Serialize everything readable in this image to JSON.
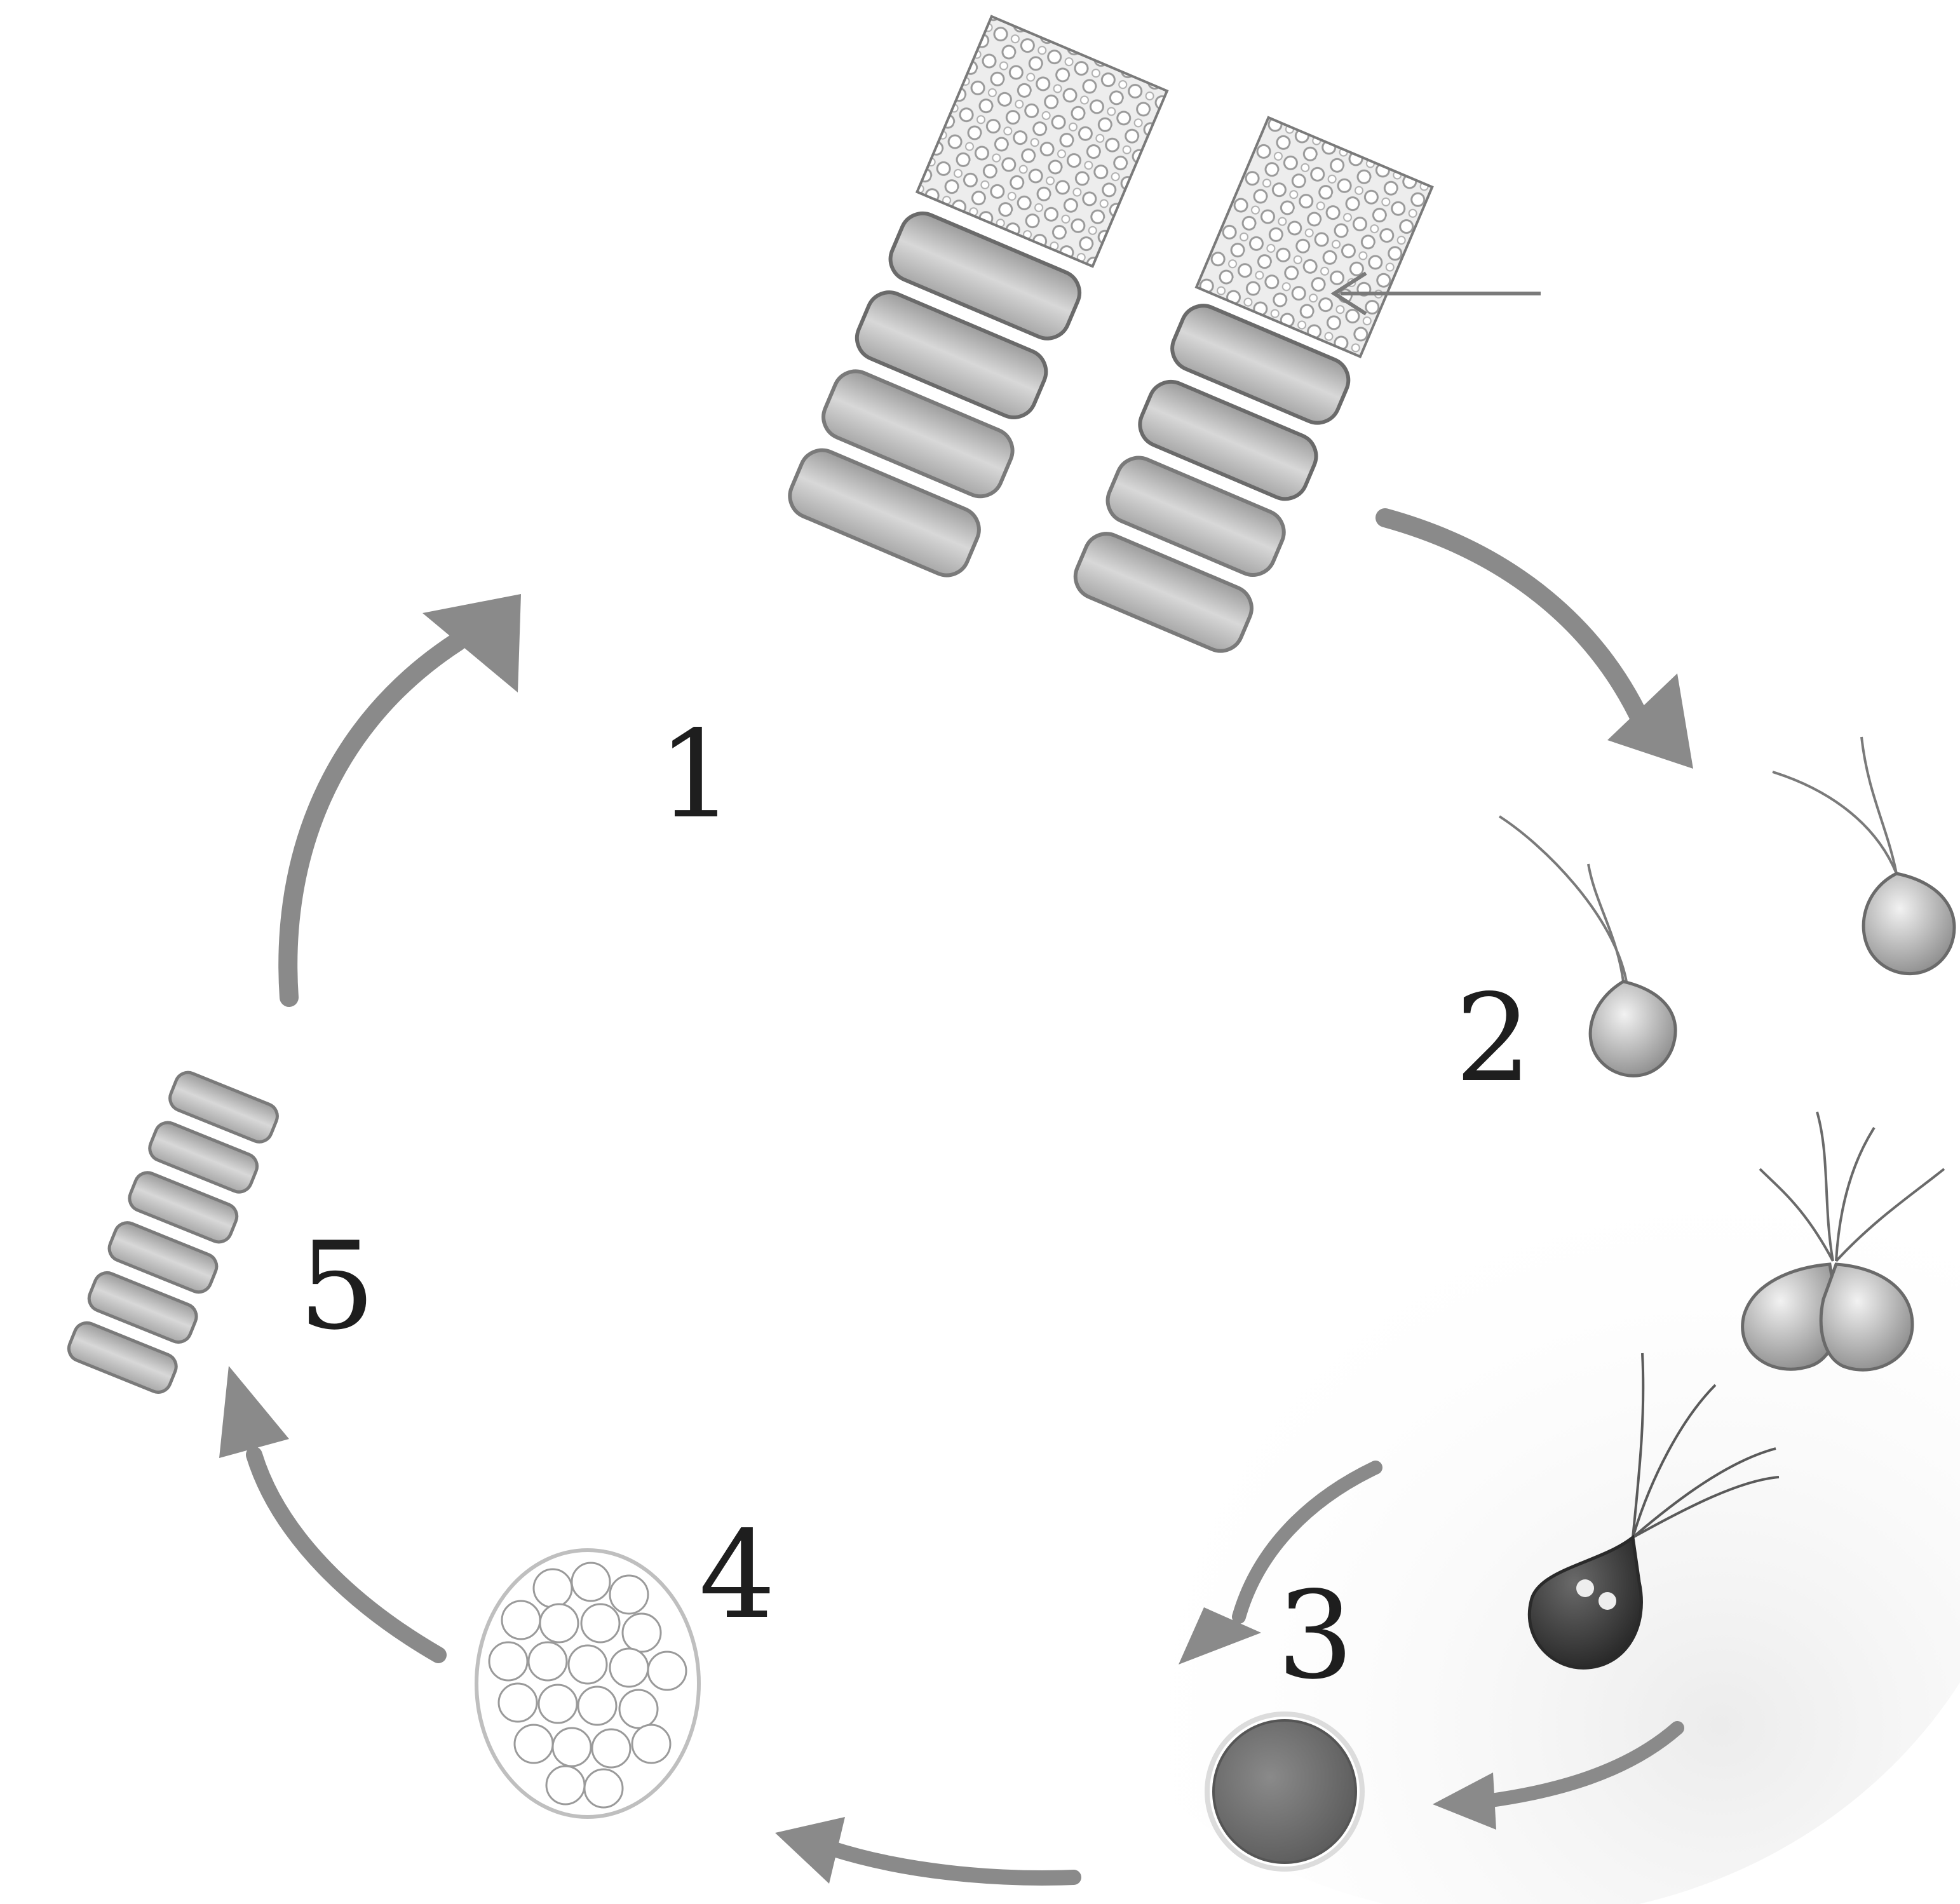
{
  "diagram": {
    "stage_labels": {
      "stage_1": "1",
      "stage_2": "2",
      "stage_3": "3",
      "stage_4": "4",
      "stage_5": "5"
    },
    "colors": {
      "background": "#ffffff",
      "arrow": "#8a8a8a",
      "outline": "#6a6a6a",
      "cell_fill": "#cfcfcf",
      "dark_cell": "#3c3c3c",
      "shade": "#f0f0f0"
    }
  }
}
